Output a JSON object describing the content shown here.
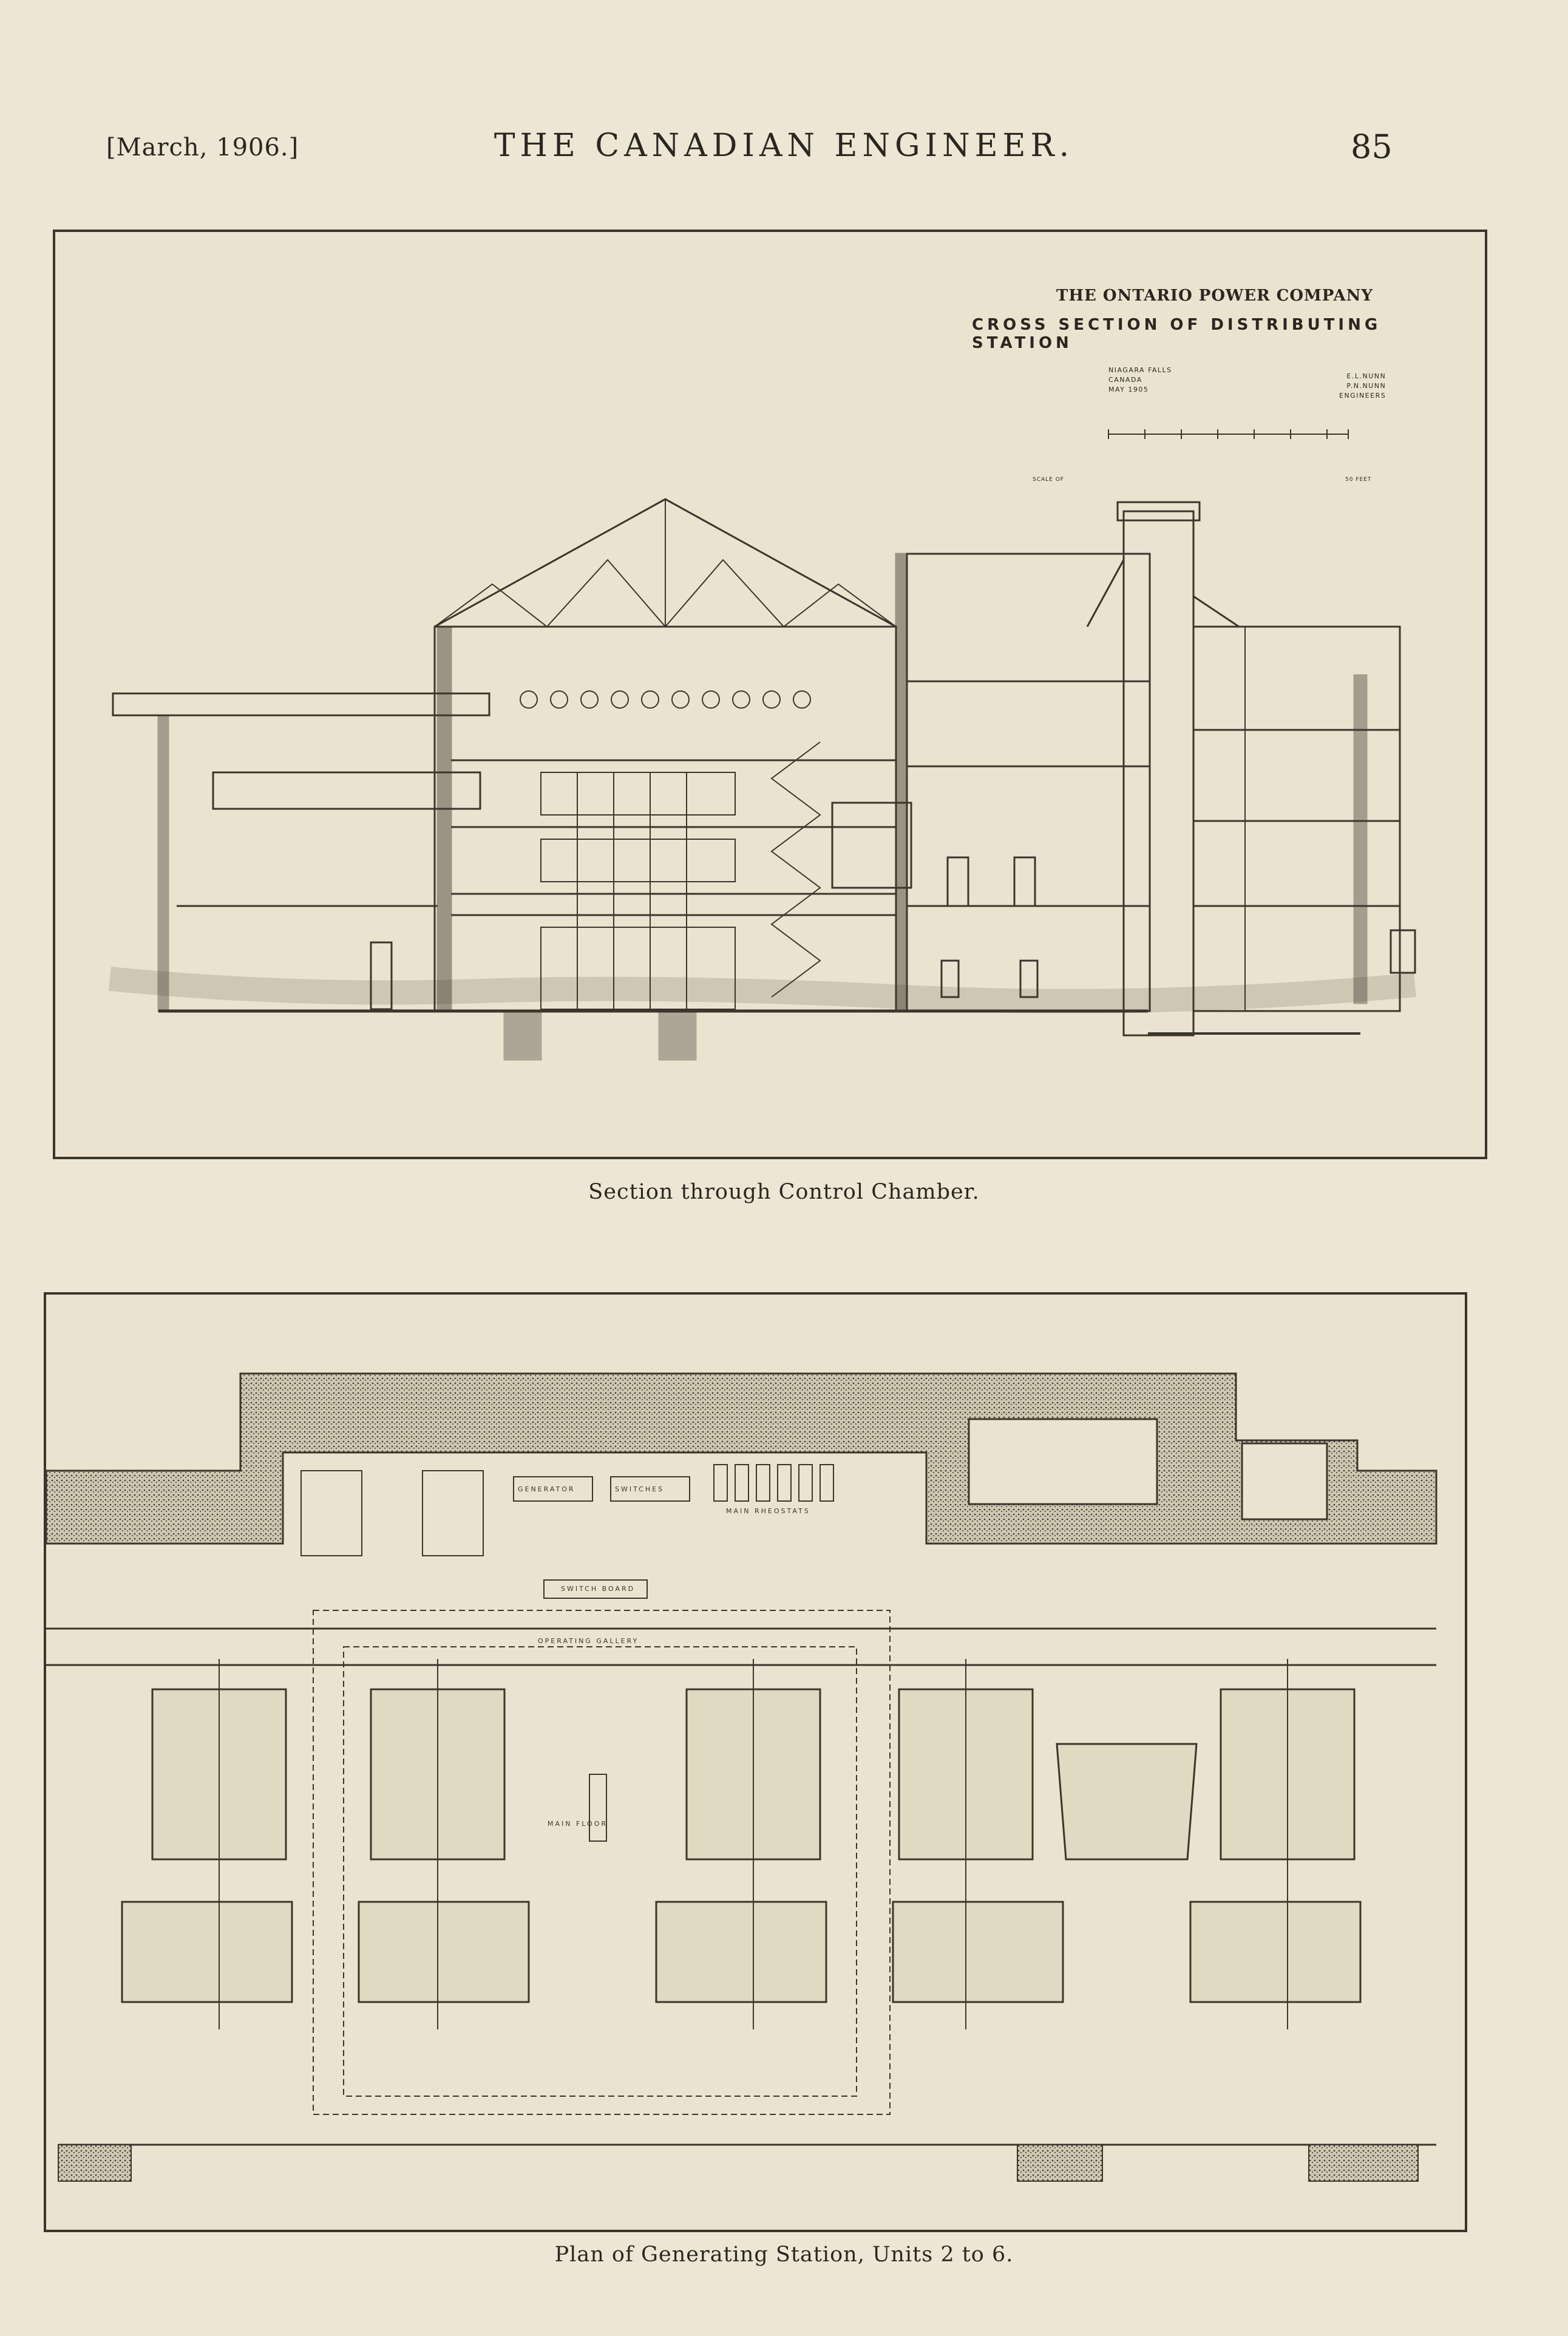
{
  "header": {
    "date": "[March, 1906.]",
    "title": "THE CANADIAN ENGINEER.",
    "page_number": "85"
  },
  "figure_top": {
    "title_block": {
      "company": "THE ONTARIO POWER COMPANY",
      "subtitle": "CROSS SECTION OF DISTRIBUTING STATION",
      "location_line1": "NIAGARA FALLS",
      "location_line2": "CANADA",
      "date": "MAY 1905",
      "engineer1": "E.L.NUNN",
      "engineer2": "P.N.NUNN",
      "engineers_label": "ENGINEERS",
      "scale_label": "SCALE OF",
      "scale_end_label": "50 FEET"
    },
    "caption": "Section through Control Chamber."
  },
  "figure_bottom": {
    "labels": {
      "generator": "GENERATOR",
      "switches": "SWITCHES",
      "main_rheostats": "MAIN RHEOSTATS",
      "switch_board": "SWITCH BOARD",
      "operating_gallery": "OPERATING GALLERY",
      "main_floor": "MAIN FLOOR"
    },
    "caption": "Plan of Generating Station, Units 2 to 6."
  }
}
